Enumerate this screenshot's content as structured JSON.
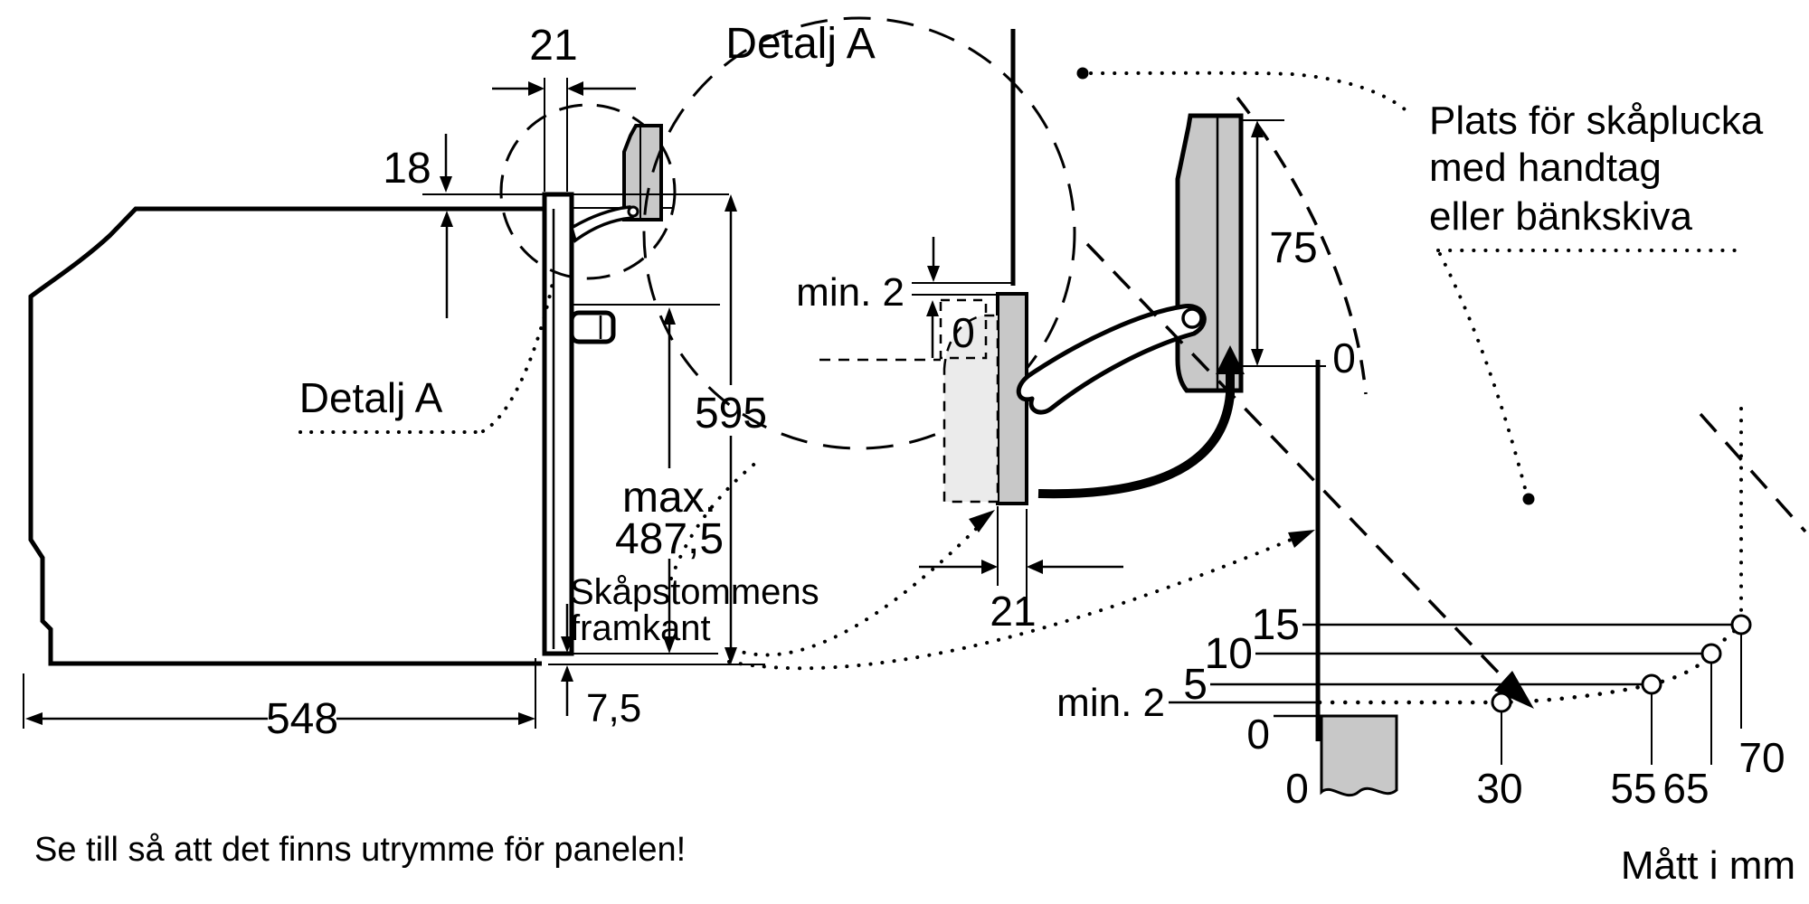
{
  "labels": {
    "dim21_top": "21",
    "dim18": "18",
    "detail_ref": "Detalj A",
    "dim595": "595",
    "dim_max_line1": "max.",
    "dim_max_line2": "487,5",
    "dim75comma": "7,5",
    "dim548": "548",
    "detail_title": "Detalj A",
    "min2_detail": "min. 2",
    "zero_box": "0",
    "dim75": "75",
    "zero_ref": "0",
    "dim21_detail": "21"
  },
  "notes": {
    "plats_line1": "Plats för skåplucka",
    "plats_line2": "med handtag",
    "plats_line3": "eller bänkskiva",
    "skap_line1": "Skåpstommens",
    "skap_line2": "framkant",
    "bottom": "Se till så att det finns utrymme för panelen!",
    "units": "Mått i mm"
  },
  "chart": {
    "y_labels": [
      "15",
      "10",
      "5",
      "min. 2",
      "0"
    ],
    "x_labels": [
      "0",
      "30",
      "55",
      "65",
      "70"
    ]
  },
  "chart_data": {
    "type": "line",
    "title": "Gap above cabinet front vs. distance (detail A relation)",
    "x": [
      30,
      55,
      65,
      70
    ],
    "y": [
      2,
      5,
      10,
      15
    ],
    "x_tick_labels": [
      "0",
      "30",
      "55",
      "65",
      "70"
    ],
    "y_tick_labels": [
      "0",
      "min. 2",
      "5",
      "10",
      "15"
    ],
    "xlabel": "Mått i mm",
    "ylabel": "",
    "style": "dotted curve with open-circle markers",
    "legend_position": "none",
    "grid": false
  },
  "colors": {
    "line": "#000000",
    "panel_gray": "#c8c8c8",
    "silhouette_gray": "#ebebeb",
    "background": "#ffffff"
  }
}
